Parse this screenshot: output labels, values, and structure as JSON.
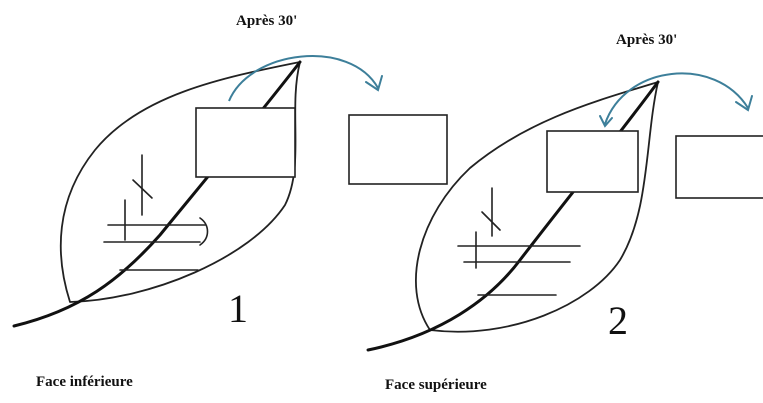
{
  "leaves": [
    {
      "number": "1",
      "face_label": "Face inférieure",
      "time_label": "Après 30'"
    },
    {
      "number": "2",
      "face_label": "Face supérieure",
      "time_label": "Après 30'"
    }
  ],
  "colors": {
    "arrow": "#3d7f9a",
    "line": "#222222"
  }
}
